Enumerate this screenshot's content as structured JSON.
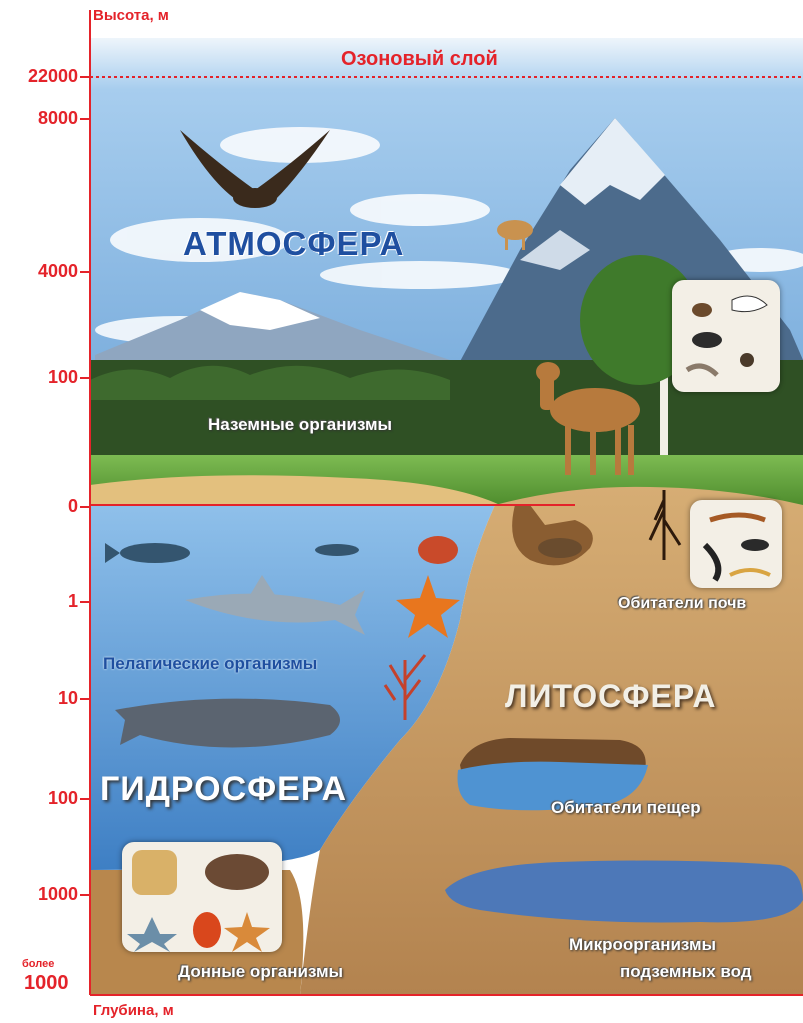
{
  "axis": {
    "height_label": "Высота, м",
    "depth_label": "Глубина, м",
    "ticks": [
      {
        "label": "22000"
      },
      {
        "label": "8000"
      },
      {
        "label": "4000"
      },
      {
        "label": "100"
      },
      {
        "label": "0"
      },
      {
        "label": "1"
      },
      {
        "label": "10"
      },
      {
        "label": "100"
      },
      {
        "label": "1000"
      }
    ],
    "bottom_tick_small": "более",
    "bottom_tick_big": "1000"
  },
  "ozone_label": "Озоновый слой",
  "spheres": {
    "atmosphere": "АТМОСФЕРА",
    "hydrosphere": "ГИДРОСФЕРА",
    "lithosphere": "ЛИТОСФЕРА"
  },
  "organisms": {
    "terrestrial": "Наземные организмы",
    "pelagic": "Пелагические организмы",
    "benthic": "Донные организмы",
    "soil": "Обитатели почв",
    "cave": "Обитатели пещер",
    "groundwater_line1": "Микроорганизмы",
    "groundwater_line2": "подземных вод"
  },
  "colors": {
    "axis_red": "#e4232a",
    "sky_top": "#9cc8ea",
    "water": "#5b97d4",
    "soil": "#c79a63",
    "atmosphere_text": "#1f4fa0"
  }
}
